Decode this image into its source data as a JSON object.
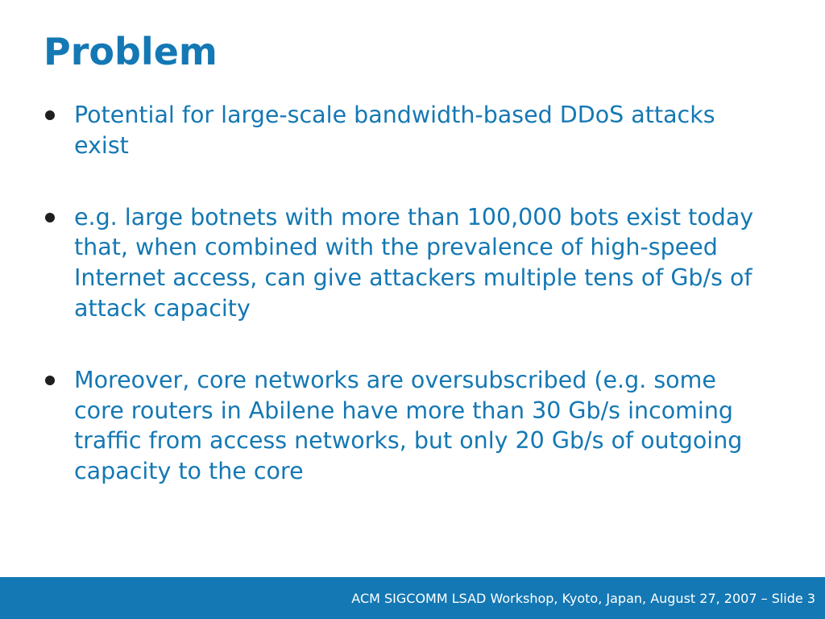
{
  "slide": {
    "title": "Problem",
    "bullets": [
      {
        "text": "Potential for large-scale bandwidth-based DDoS attacks exist"
      },
      {
        "text": "e.g. large botnets with more than 100,000 bots exist today that, when combined with the prevalence of high-speed Internet access, can give attackers multiple tens of Gb/s of attack capacity"
      },
      {
        "text": "Moreover, core networks are oversubscribed (e.g. some core routers in Abilene have more than 30 Gb/s incoming traffic from access networks, but only 20 Gb/s of outgoing capacity to the core"
      }
    ]
  },
  "footer": {
    "text": "ACM SIGCOMM LSAD Workshop, Kyoto, Japan, August 27, 2007 – Slide 3"
  },
  "colors": {
    "accent": "#1478b4",
    "bullet_marker": "#1f1f1f",
    "background": "#ffffff",
    "footer_text": "#ffffff"
  }
}
